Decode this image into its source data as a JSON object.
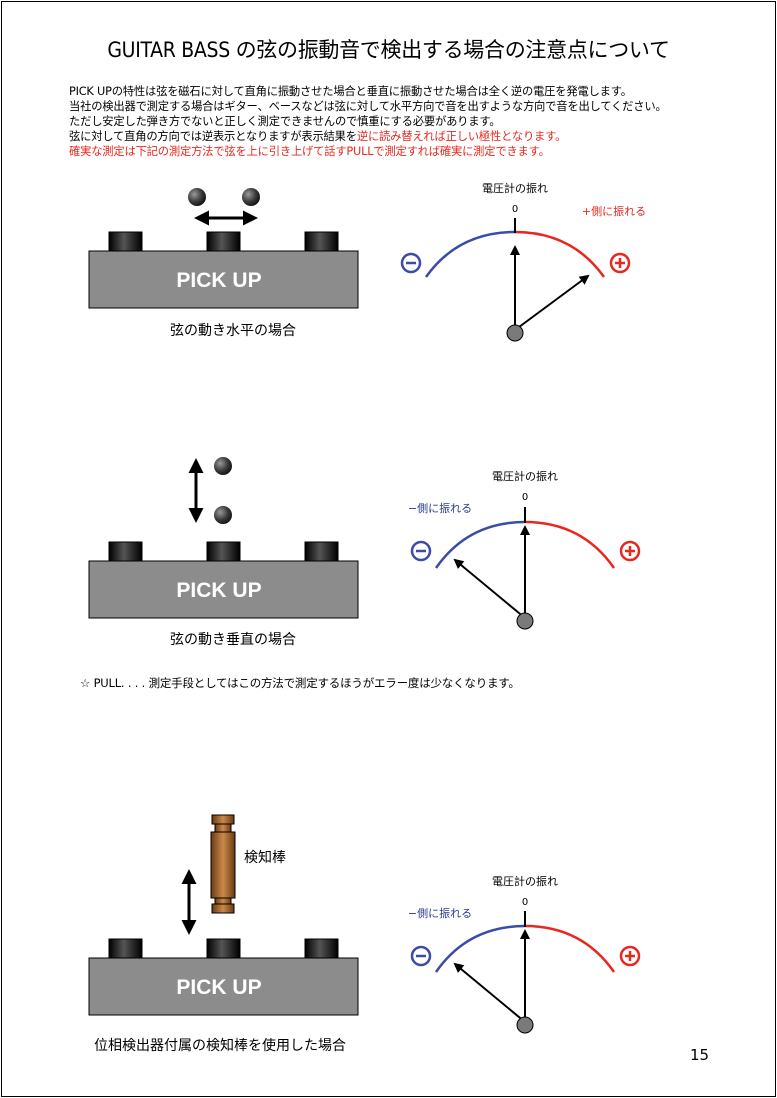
{
  "title": "GUITAR BASS の弦の振動音で検出する場合の注意点について",
  "intro": {
    "line1": "PICK UPの特性は弦を磁石に対して直角に振動させた場合と垂直に振動させた場合は全く逆の電圧を発電します。",
    "line2": "当社の検出器で測定する場合はギター、ベースなどは弦に対して水平方向で音を出すような方向で音を出してください。",
    "line3": "ただし安定した弾き方でないと正しく測定できませんので慎重にする必要があります。",
    "line4_black": "弦に対して直角の方向では逆表示となりますが表示結果を",
    "line4_red": "逆に読み替えれば正しい極性となります。",
    "line5": "確実な測定は下記の測定方法で弦を上に引き上げて話すPULLで測定すれば確実に測定できます。"
  },
  "figures": [
    {
      "pickup_label": "PICK UP",
      "caption": "弦の動き水平の場合",
      "meter_title": "電圧計の振れ",
      "zero": "0",
      "swing_label": "+側に振れる",
      "swing_color": "#e8281e"
    },
    {
      "pickup_label": "PICK UP",
      "caption": "弦の動き垂直の場合",
      "meter_title": "電圧計の振れ",
      "zero": "0",
      "swing_label": "−側に振れる",
      "swing_color": "#2b3a8f"
    },
    {
      "pickup_label": "PICK UP",
      "caption": "位相検出器付属の検知棒を使用した場合",
      "meter_title": "電圧計の振れ",
      "zero": "0",
      "swing_label": "−側に振れる",
      "swing_color": "#2b3a8f",
      "probe_label": "検知棒"
    }
  ],
  "note": "☆ PULL. . . . 測定手段としてはこの方法で測定するほうがエラー度は少なくなります。",
  "page_number": "15",
  "colors": {
    "minus": "#3a4ba8",
    "plus": "#e8281e",
    "pickup": "#8c8c8c"
  }
}
